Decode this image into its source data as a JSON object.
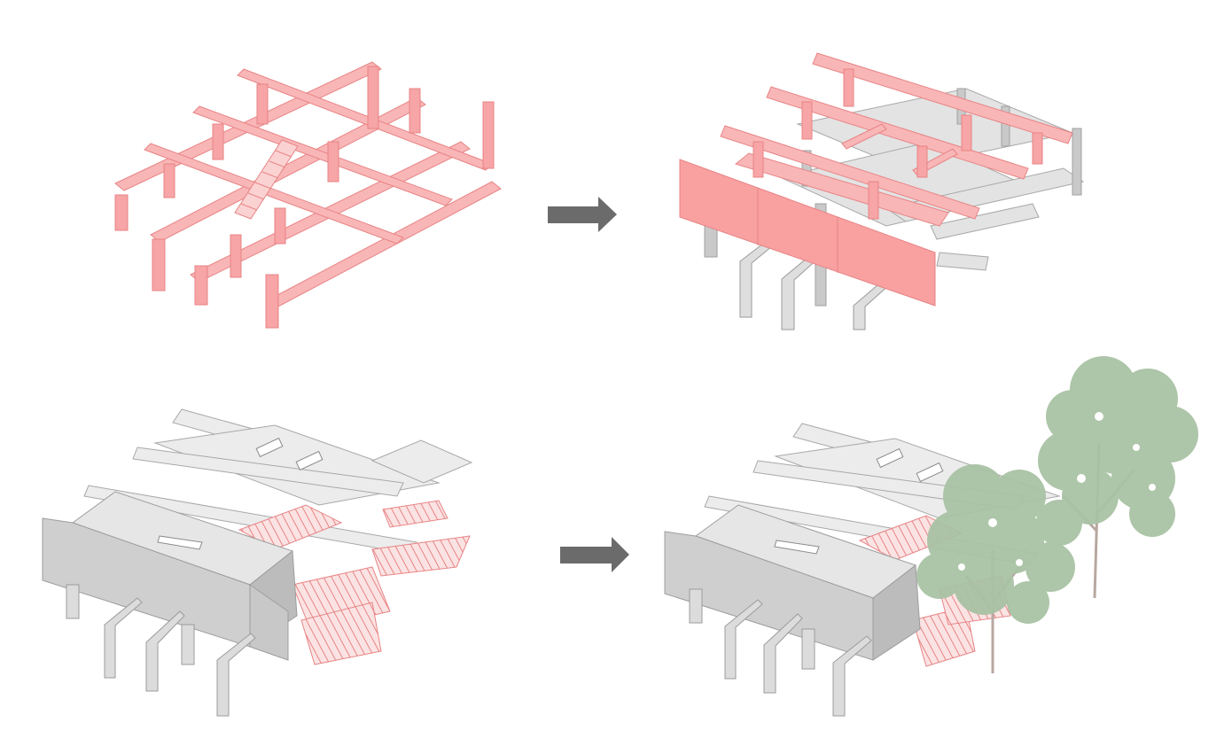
{
  "diagram": {
    "panels": [
      {
        "id": "step-1",
        "description_free": true
      },
      {
        "id": "step-2",
        "description_free": true
      },
      {
        "id": "step-3",
        "description_free": true
      },
      {
        "id": "step-4",
        "description_free": true
      }
    ],
    "arrows": [
      {
        "icon": "arrow-right-icon"
      },
      {
        "icon": "arrow-right-icon"
      }
    ]
  },
  "colors": {
    "accent_pink": "#f7a5a6",
    "accent_pink_dark": "#e88485",
    "concrete_top": "#e6e6e6",
    "concrete_side": "#cfcfcf",
    "concrete_front": "#bdbdbd",
    "arrow": "#6b6b6b",
    "foliage": "#a9c2a4",
    "trunk": "#b8a7a0"
  }
}
